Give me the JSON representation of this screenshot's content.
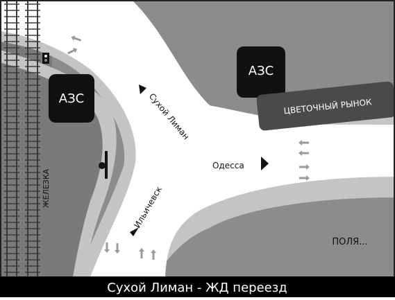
{
  "map": {
    "colors": {
      "field": "#8c8c8c",
      "road_edge": "#c4c4c4",
      "road": "#ffffff",
      "rail_strip": "#7a7a7a",
      "rail": "#3a3a3a",
      "block": "#111111",
      "market": "#4a4a4a",
      "arrow": "#9a9a9a",
      "footer": "#000000",
      "footer_text": "#ffffff"
    },
    "labels": {
      "gas_station_left": "АЗС",
      "gas_station_right": "АЗС",
      "flower_market": "ЦВЕТОЧНЫЙ РЫНОК",
      "railway": "ЖЕЛЕЗКА",
      "direction_sukhoi_liman": "Сухой Лиман",
      "direction_odessa": "Одесса",
      "direction_ilyichevsk": "Ильичевск",
      "fields": "ПОЛЯ..."
    },
    "footer_title": "Сухой Лиман - ЖД переезд",
    "icons": {
      "traffic_light": "traffic-light-icon",
      "stop_line": "stop-line-icon",
      "lane_arrows": "arrow-icon"
    }
  }
}
